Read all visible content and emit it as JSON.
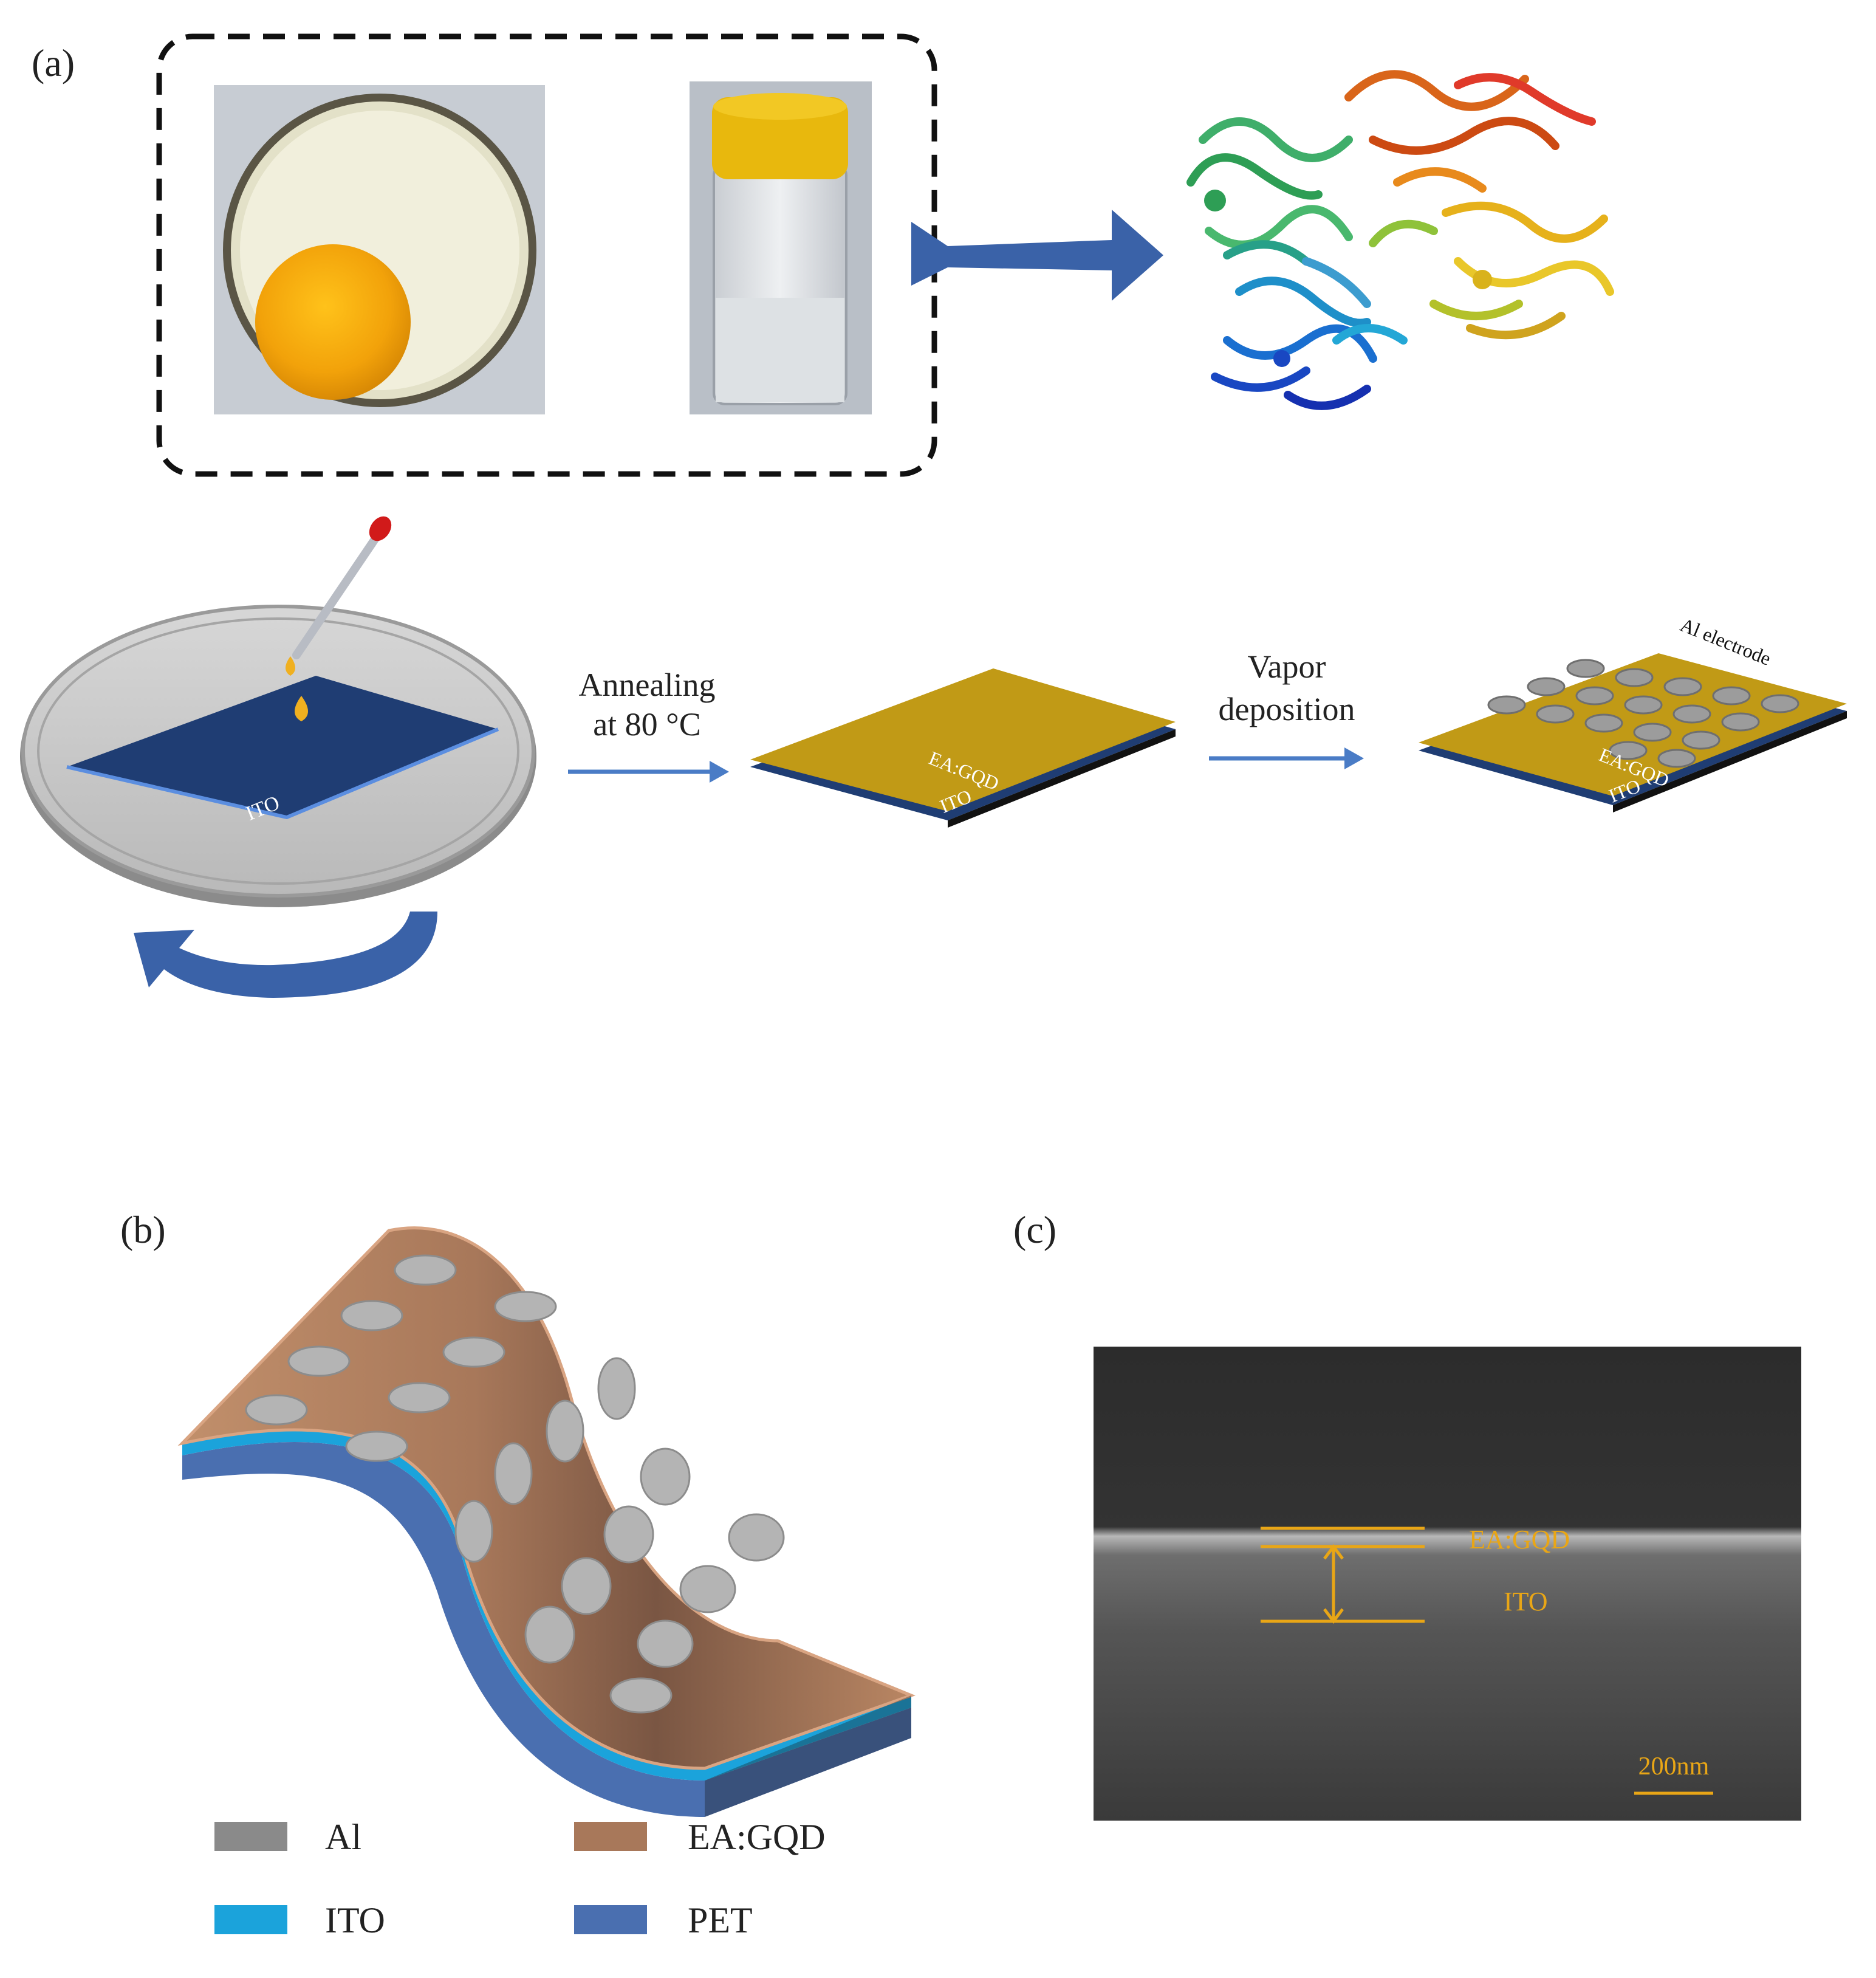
{
  "panels": {
    "a": {
      "label": "(a)"
    },
    "b": {
      "label": "(b)"
    },
    "c": {
      "label": "(c)"
    }
  },
  "process": {
    "substrate_label": "ITO",
    "step1_line1": "Annealing",
    "step1_line2": "at 80 °C",
    "step2_line1": "Vapor",
    "step2_line2": "deposition",
    "film_label": "EA:GQD",
    "electrode_label": "Al electrode"
  },
  "sem": {
    "layer_top": "EA:GQD",
    "layer_bottom": "ITO",
    "scale_bar": "200nm"
  },
  "legend": [
    {
      "label": "Al",
      "color": "#8a8a8a"
    },
    {
      "label": "EA:GQD",
      "color": "#a8785a"
    },
    {
      "label": "ITO",
      "color": "#1ba3db"
    },
    {
      "label": "PET",
      "color": "#4a6fb0"
    }
  ],
  "colors": {
    "ito_blue": "#1f3d73",
    "gold_film": "#c19a16",
    "arrow_blue": "#3a62a8",
    "sem_annotation": "#e9a616"
  }
}
